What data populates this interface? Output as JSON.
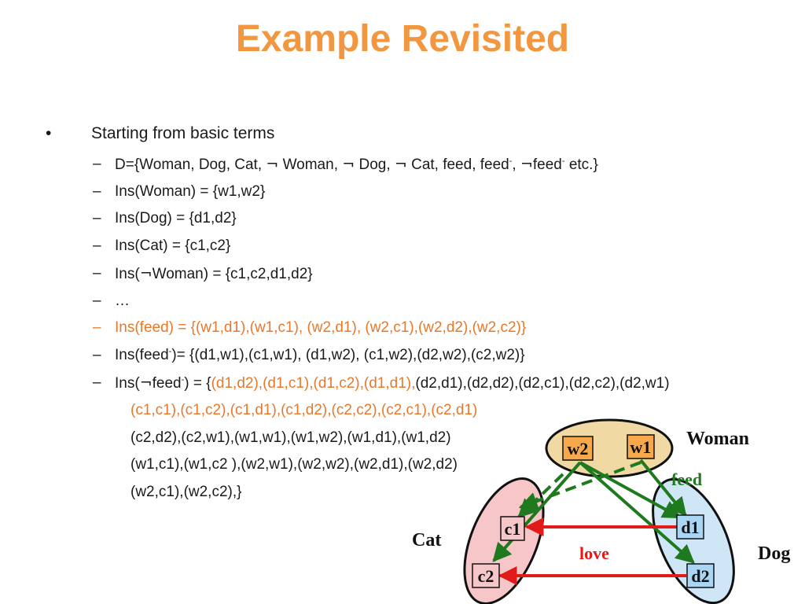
{
  "title": "Example Revisited",
  "bullet": "•",
  "dash": "–",
  "neg": "¬",
  "sup_minus": "-",
  "main_point": "Starting from basic terms",
  "lines": {
    "d_set": {
      "a": "D={Woman, Dog, Cat, ",
      "b": " Woman, ",
      "c": " Dog, ",
      "d": " Cat, feed, feed",
      "e": ", ",
      "f": "feed",
      "g": " etc.}"
    },
    "ins_woman": "Ins(Woman) = {w1,w2}",
    "ins_dog": "Ins(Dog) = {d1,d2}",
    "ins_cat": "Ins(Cat) = {c1,c2}",
    "ins_not_woman": {
      "a": "Ins(",
      "b": "Woman) = {c1,c2,d1,d2}"
    },
    "ellipsis": "…",
    "ins_feed": "Ins(feed) = {(w1,d1),(w1,c1), (w2,d1), (w2,c1),(w2,d2),(w2,c2)}",
    "ins_feed_inv": {
      "a": "Ins(feed",
      "b": ")= {(d1,w1),(c1,w1), (d1,w2), (c1,w2),(d2,w2),(c2,w2)}"
    },
    "ins_not_feed_inv": {
      "a": "Ins(",
      "b": "feed",
      "c": ") = {",
      "orange1": "(d1,d2),(d1,c1),(d1,c2),(d1,d1),",
      "rest1": "(d2,d1),(d2,d2),(d2,c1),(d2,c2),(d2,w1)",
      "line2_orange": "(c1,c1),(c1,c2),(c1,d1),(c1,d2),(c2,c2),(c2,c1),(c2,d1)",
      "line3": "(c2,d2),(c2,w1),(w1,w1),(w1,w2),(w1,d1),(w1,d2)",
      "line4": "(w1,c1),(w1,c2 ),(w2,w1),(w2,w2),(w2,d1),(w2,d2)",
      "line5": "(w2,c1),(w2,c2),}"
    }
  },
  "diagram": {
    "woman_label": "Woman",
    "cat_label": "Cat",
    "dog_label": "Dog",
    "feed_label": "feed",
    "love_label": "love",
    "nodes": {
      "w1": "w1",
      "w2": "w2",
      "c1": "c1",
      "c2": "c2",
      "d1": "d1",
      "d2": "d2"
    },
    "colors": {
      "woman_fill": "#f1d9a4",
      "cat_fill": "#f6c6c8",
      "dog_fill": "#cfe6f7",
      "woman_node": "#f7a84a",
      "cat_node": "#f6c6c8",
      "dog_node": "#a9d6f5",
      "feed": "#1f7a1f",
      "love": "#e11a1a"
    }
  }
}
